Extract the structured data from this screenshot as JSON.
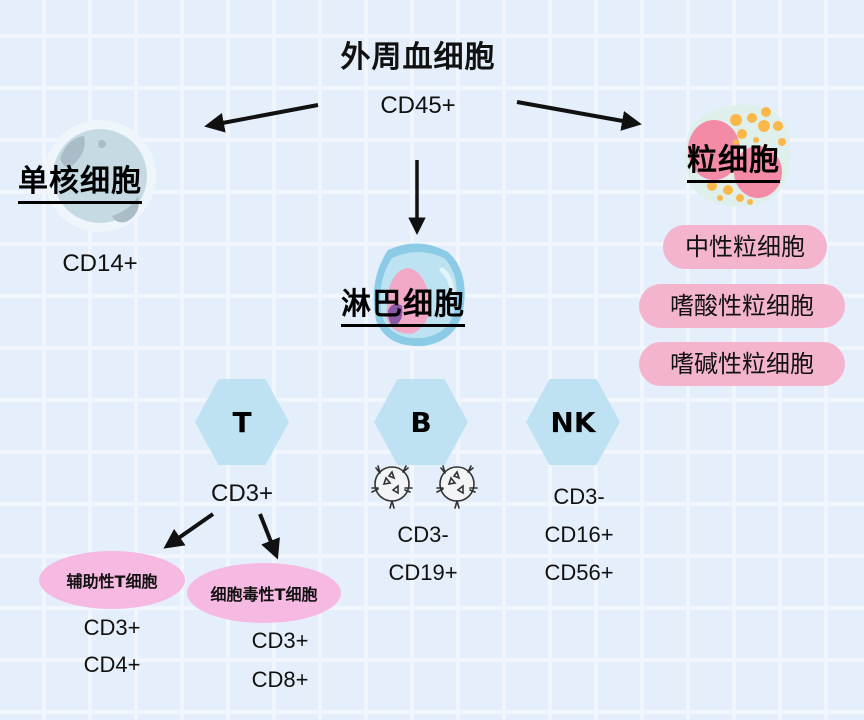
{
  "root": {
    "title": "外周血细胞",
    "marker": "CD45+"
  },
  "monocyte": {
    "title": "单核细胞",
    "marker": "CD14+",
    "icon": "monocyte-cell-icon"
  },
  "lymphocyte": {
    "title": "淋巴细胞",
    "icon": "lymphocyte-cell-icon",
    "subtypes": [
      {
        "label": "T",
        "markers": [
          "CD3+"
        ]
      },
      {
        "label": "B",
        "markers": [
          "CD3-",
          "CD19+"
        ],
        "icon": "b-cell-icon"
      },
      {
        "label": "NK",
        "markers": [
          "CD3-",
          "CD16+",
          "CD56+"
        ]
      }
    ],
    "t_subtypes": [
      {
        "label": "辅助性T细胞",
        "markers": [
          "CD3+",
          "CD4+"
        ]
      },
      {
        "label": "细胞毒性T细胞",
        "markers": [
          "CD3+",
          "CD8+"
        ]
      }
    ]
  },
  "granulocyte": {
    "title": "粒细胞",
    "icon": "granulocyte-cell-icon",
    "types": [
      "中性粒细胞",
      "嗜酸性粒细胞",
      "嗜碱性粒细胞"
    ]
  },
  "colors": {
    "background": "#e5effb",
    "pill": "#f4b4ce",
    "ellipse": "#f6b9e2",
    "hexagon": "#bfe2f3"
  }
}
